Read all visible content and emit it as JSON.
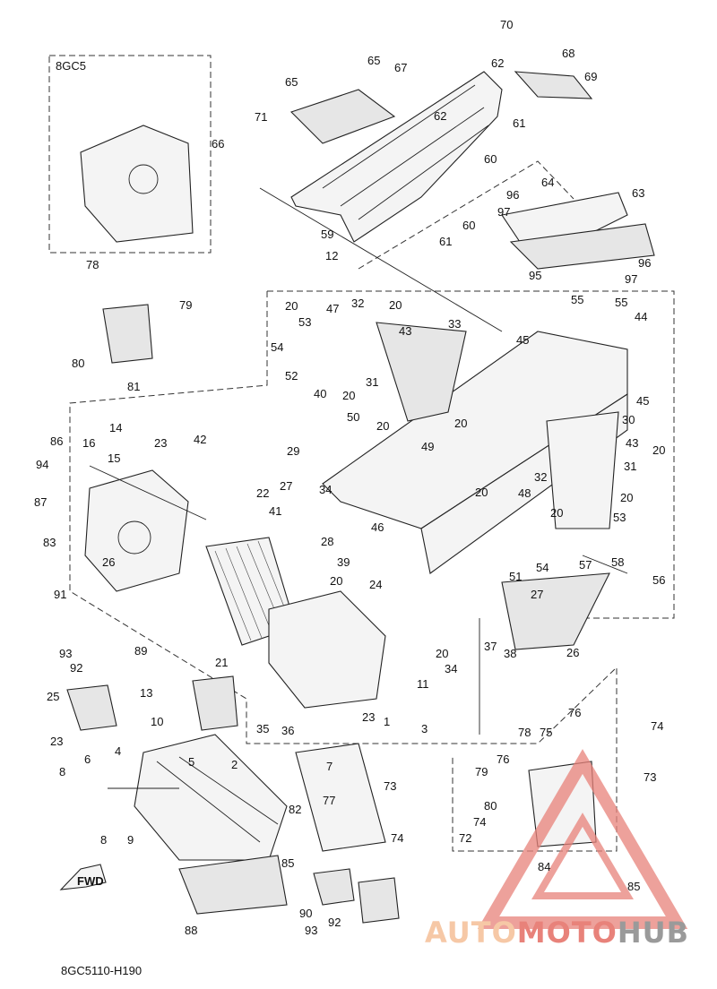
{
  "figure_code": "8GC5110-H190",
  "box_code": "8GC5",
  "fwd_label": "FWD",
  "watermark": {
    "part1": "AUTO",
    "part2": "MOTO",
    "part3": "HUB"
  },
  "colors": {
    "line": "#222222",
    "watermark_orange": "#f6c8a6",
    "watermark_red": "#e8827a",
    "watermark_gray": "#9a9a9a"
  },
  "callouts": [
    "70",
    "68",
    "62",
    "65",
    "67",
    "69",
    "65",
    "71",
    "62",
    "61",
    "66",
    "60",
    "59",
    "61",
    "60",
    "64",
    "63",
    "96",
    "97",
    "95",
    "96",
    "97",
    "12",
    "78",
    "79",
    "80",
    "81",
    "32",
    "20",
    "20",
    "47",
    "53",
    "33",
    "43",
    "54",
    "55",
    "55",
    "44",
    "45",
    "45",
    "31",
    "40",
    "52",
    "20",
    "50",
    "20",
    "20",
    "49",
    "14",
    "86",
    "16",
    "15",
    "23",
    "42",
    "94",
    "87",
    "83",
    "22",
    "29",
    "26",
    "27",
    "34",
    "30",
    "43",
    "31",
    "20",
    "32",
    "20",
    "20",
    "53",
    "48",
    "20",
    "41",
    "28",
    "39",
    "46",
    "54",
    "58",
    "56",
    "57",
    "91",
    "93",
    "89",
    "92",
    "25",
    "13",
    "23",
    "21",
    "20",
    "24",
    "20",
    "34",
    "27",
    "51",
    "37",
    "38",
    "26",
    "35",
    "36",
    "23",
    "1",
    "3",
    "11",
    "10",
    "4",
    "5",
    "2",
    "6",
    "8",
    "8",
    "9",
    "7",
    "82",
    "77",
    "74",
    "73",
    "78",
    "75",
    "76",
    "74",
    "79",
    "76",
    "73",
    "74",
    "72",
    "80",
    "84",
    "85",
    "85",
    "88",
    "93",
    "90",
    "92"
  ]
}
